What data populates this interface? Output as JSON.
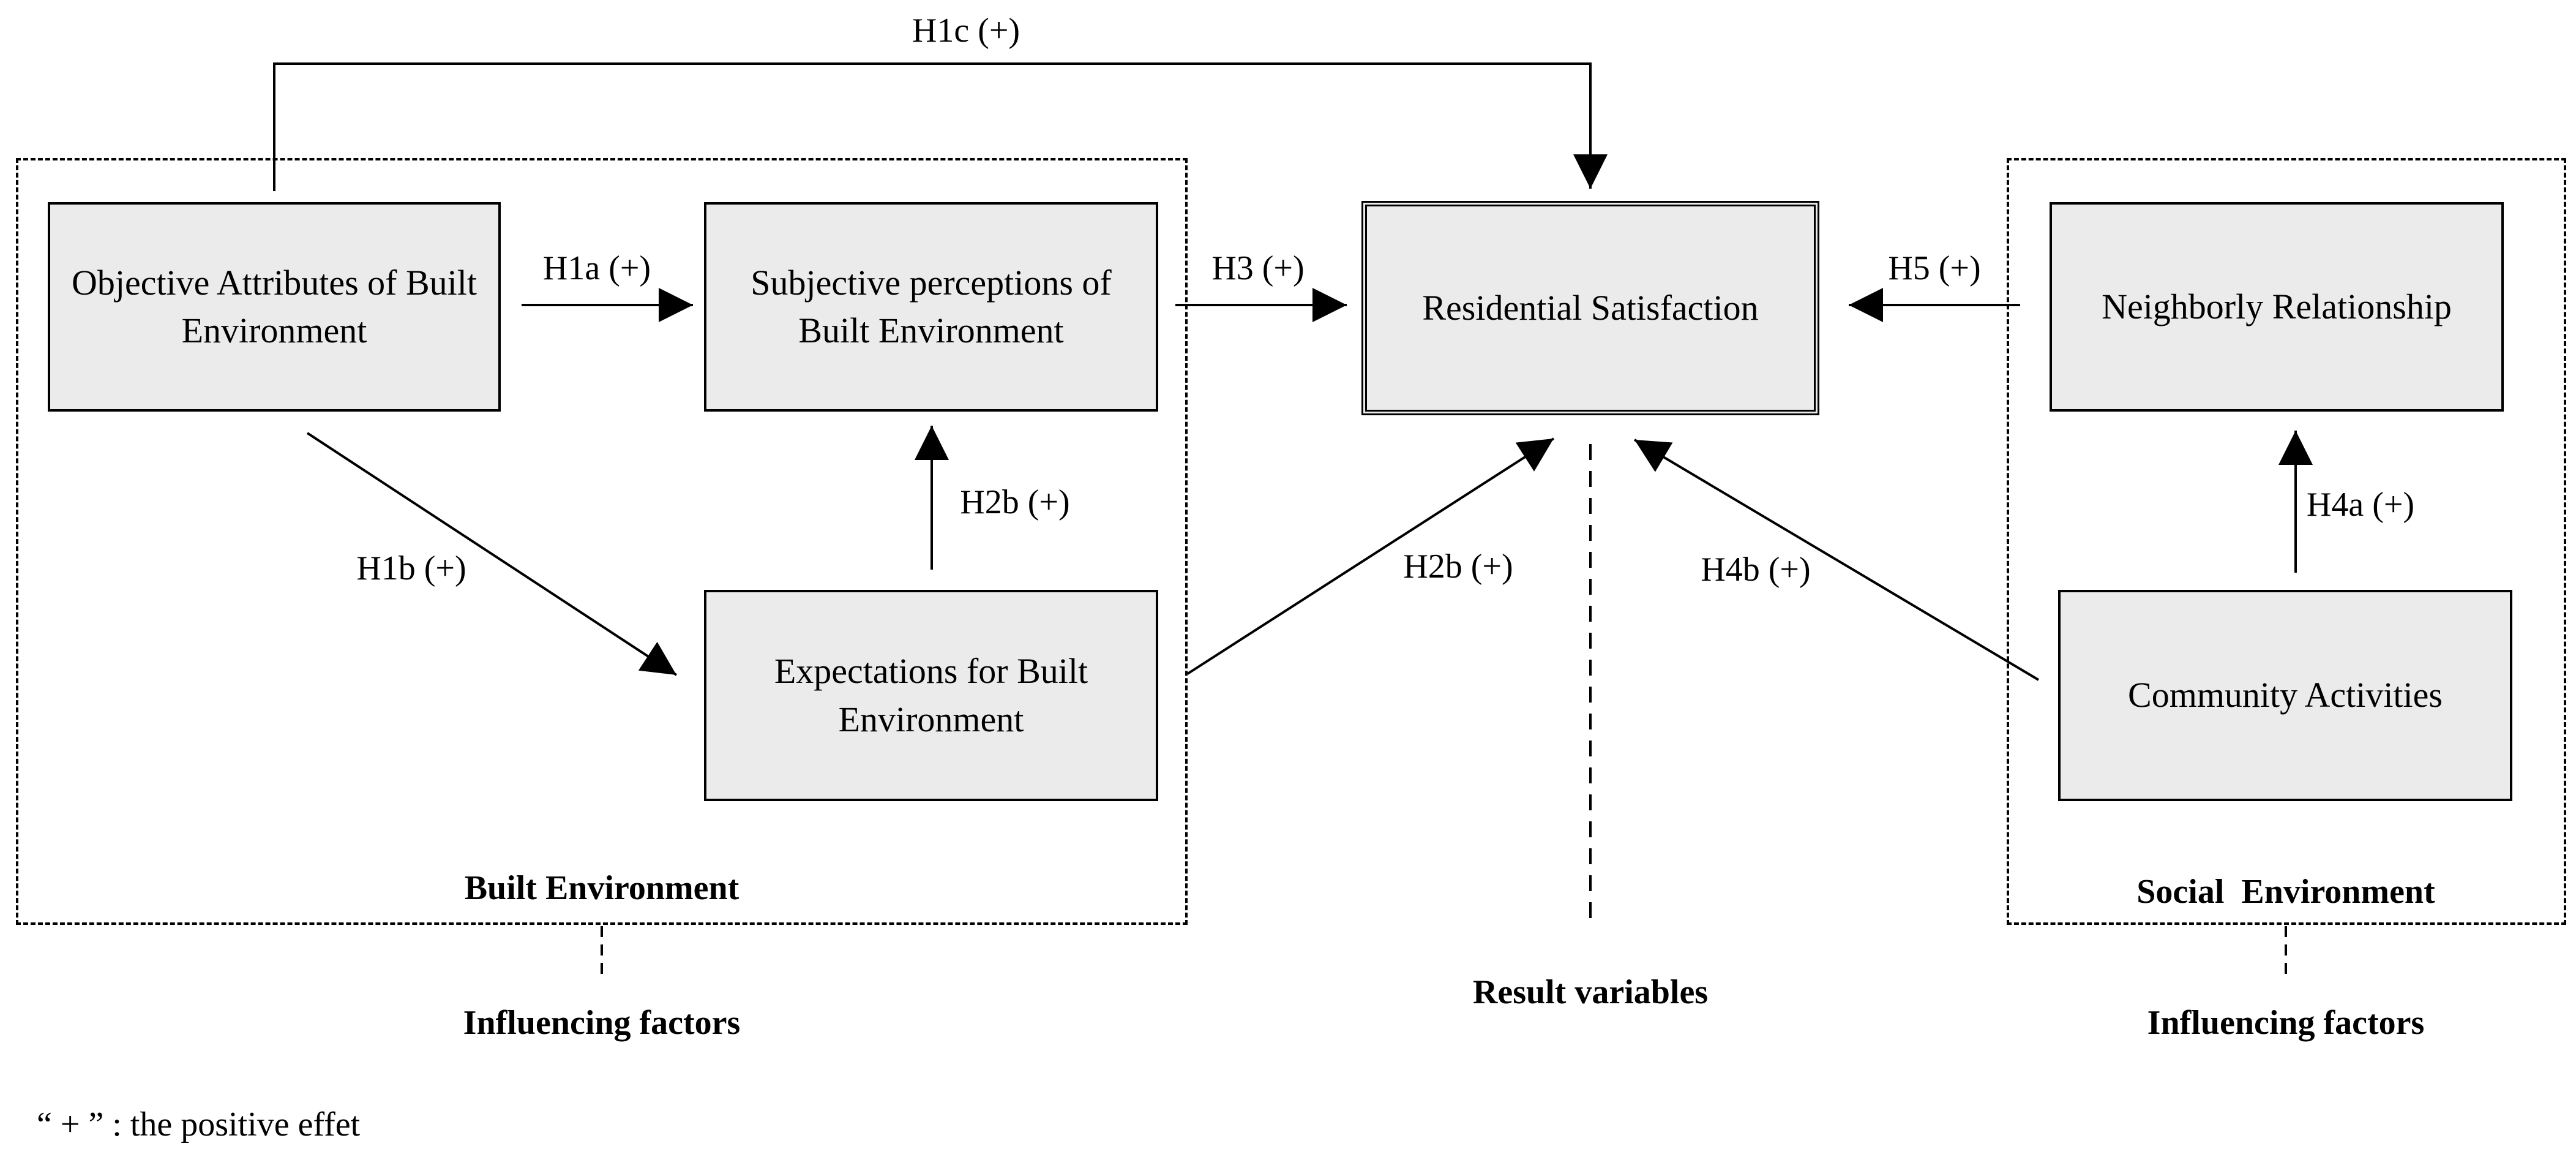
{
  "nodes": {
    "objective": "Objective Attributes of Built Environment",
    "subjective": "Subjective perceptions of Built Environment",
    "expectations": "Expectations for Built Environment",
    "residential": "Residential Satisfaction",
    "neighborly": "Neighborly Relationship",
    "community": "Community Activities"
  },
  "edges": {
    "h1c": "H1c (+)",
    "h1a": "H1a (+)",
    "h1b": "H1b (+)",
    "h2b_up": "H2b (+)",
    "h2b_diag": "H2b (+)",
    "h3": "H3 (+)",
    "h5": "H5 (+)",
    "h4a": "H4a (+)",
    "h4b": "H4b (+)"
  },
  "groups": {
    "built": "Built Environment",
    "social": "Social  Environment"
  },
  "footer": {
    "influencing_left": "Influencing factors",
    "result": "Result variables",
    "influencing_right": "Influencing factors",
    "legend": "“ + ” : the positive effet"
  }
}
